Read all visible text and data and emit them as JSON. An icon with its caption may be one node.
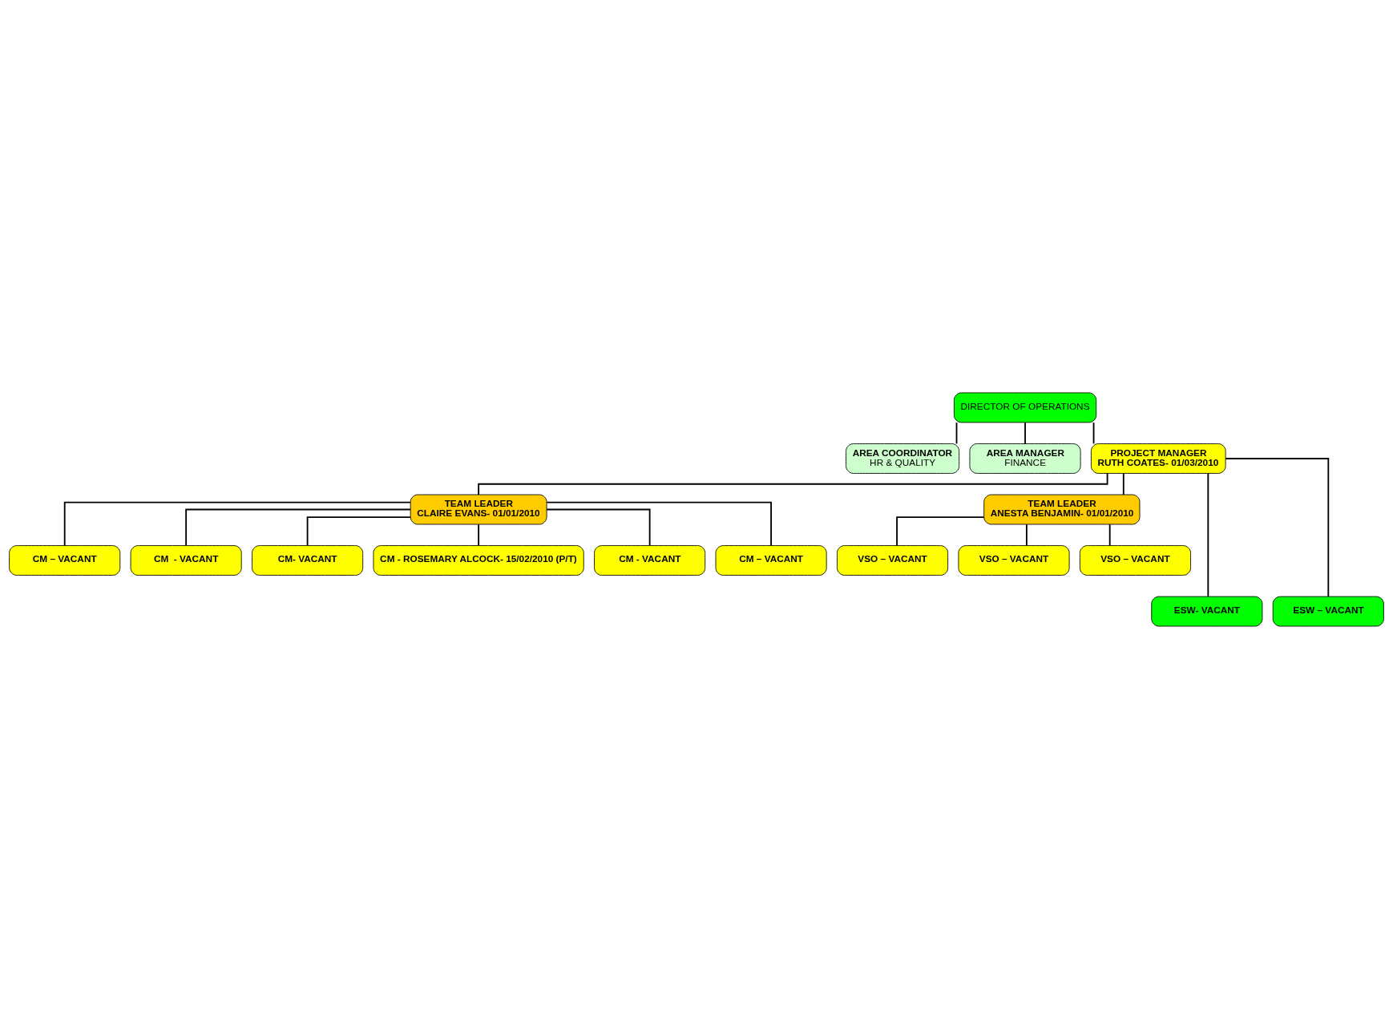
{
  "diagram": {
    "nodes": [
      {
        "text": [
          "DIRECTOR OF OPERATIONS"
        ]
      },
      {
        "text": [
          "AREA COORDINATOR",
          "HR & QUALITY"
        ]
      },
      {
        "text": [
          "AREA MANAGER",
          "FINANCE"
        ]
      },
      {
        "text": [
          "PROJECT MANAGER",
          "RUTH COATES- 01/03/2010"
        ]
      },
      {
        "text": [
          "TEAM LEADER",
          "CLAIRE EVANS- 01/01/2010"
        ]
      },
      {
        "text": [
          "TEAM LEADER",
          "ANESTA BENJAMIN- 01/01/2010"
        ]
      },
      {
        "text": [
          "CM – VACANT"
        ]
      },
      {
        "text": [
          "CM  - VACANT"
        ]
      },
      {
        "text": [
          "CM- VACANT"
        ]
      },
      {
        "text": [
          "CM - ROSEMARY ALCOCK- 15/02/2010 (P/T)"
        ]
      },
      {
        "text": [
          "CM - VACANT"
        ]
      },
      {
        "text": [
          "CM – VACANT"
        ]
      },
      {
        "text": [
          "VSO – VACANT"
        ]
      },
      {
        "text": [
          "VSO – VACANT"
        ]
      },
      {
        "text": [
          "VSO – VACANT"
        ]
      },
      {
        "text": [
          "ESW- VACANT"
        ]
      },
      {
        "text": [
          "ESW – VACANT"
        ]
      }
    ],
    "edges": [
      {
        "from": 0,
        "to": 1,
        "arrow": "none"
      },
      {
        "from": 0,
        "to": 2,
        "arrow": "none"
      },
      {
        "from": 0,
        "to": 3,
        "arrow": "none"
      },
      {
        "from": 3,
        "to": 4,
        "arrow": "none"
      },
      {
        "from": 3,
        "to": 5,
        "arrow": "none"
      },
      {
        "from": 4,
        "to": 6,
        "arrow": "none"
      },
      {
        "from": 4,
        "to": 7,
        "arrow": "none"
      },
      {
        "from": 4,
        "to": 8,
        "arrow": "none"
      },
      {
        "from": 4,
        "to": 9,
        "arrow": "none"
      },
      {
        "from": 4,
        "to": 10,
        "arrow": "none"
      },
      {
        "from": 4,
        "to": 11,
        "arrow": "none"
      },
      {
        "from": 5,
        "to": 12,
        "arrow": "none"
      },
      {
        "from": 5,
        "to": 13,
        "arrow": "none"
      },
      {
        "from": 5,
        "to": 14,
        "arrow": "none"
      },
      {
        "from": 3,
        "to": 15,
        "arrow": "none"
      },
      {
        "from": 3,
        "to": 16,
        "arrow": "none"
      }
    ]
  }
}
